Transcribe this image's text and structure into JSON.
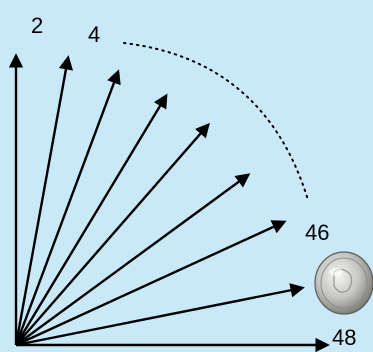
{
  "labels": {
    "first": "2",
    "second": "4",
    "near_last": "46",
    "last": "48"
  },
  "colors": {
    "background": "#c9e8f8",
    "arrow": "#000000",
    "coin_light": "#f2f2f0",
    "coin_mid": "#b8b8b4",
    "coin_dark": "#6e6e6a"
  },
  "icons": {
    "coin": "coin-icon"
  }
}
